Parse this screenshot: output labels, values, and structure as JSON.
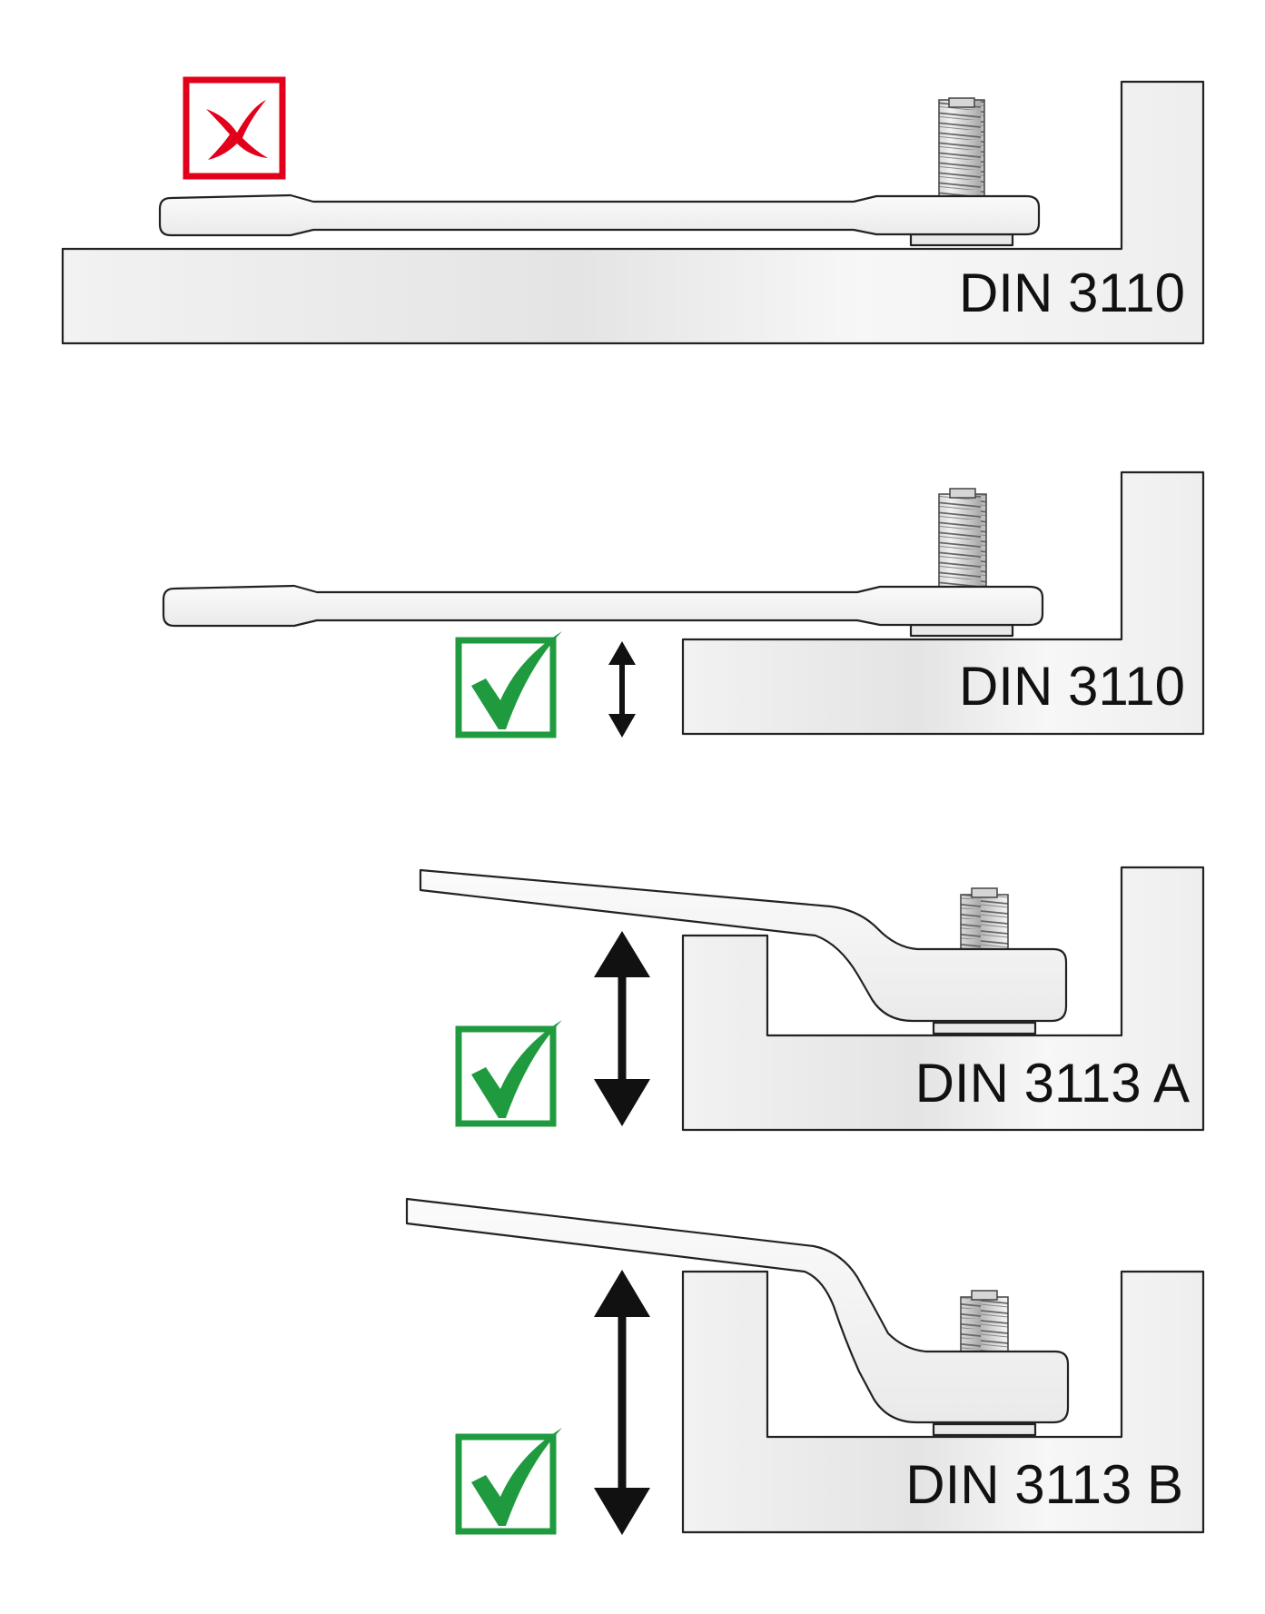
{
  "colors": {
    "background": "#ffffff",
    "outline": "#222222",
    "wrong": "#e3001b",
    "right": "#1f9a3e",
    "arrow": "#111111"
  },
  "panels": [
    {
      "standard": "DIN 3110",
      "verdict": "wrong",
      "verdict_icon": "red-cross-icon"
    },
    {
      "standard": "DIN 3110",
      "verdict": "right",
      "verdict_icon": "green-check-icon"
    },
    {
      "standard": "DIN 3113 A",
      "verdict": "right",
      "verdict_icon": "green-check-icon"
    },
    {
      "standard": "DIN 3113 B",
      "verdict": "right",
      "verdict_icon": "green-check-icon"
    }
  ]
}
